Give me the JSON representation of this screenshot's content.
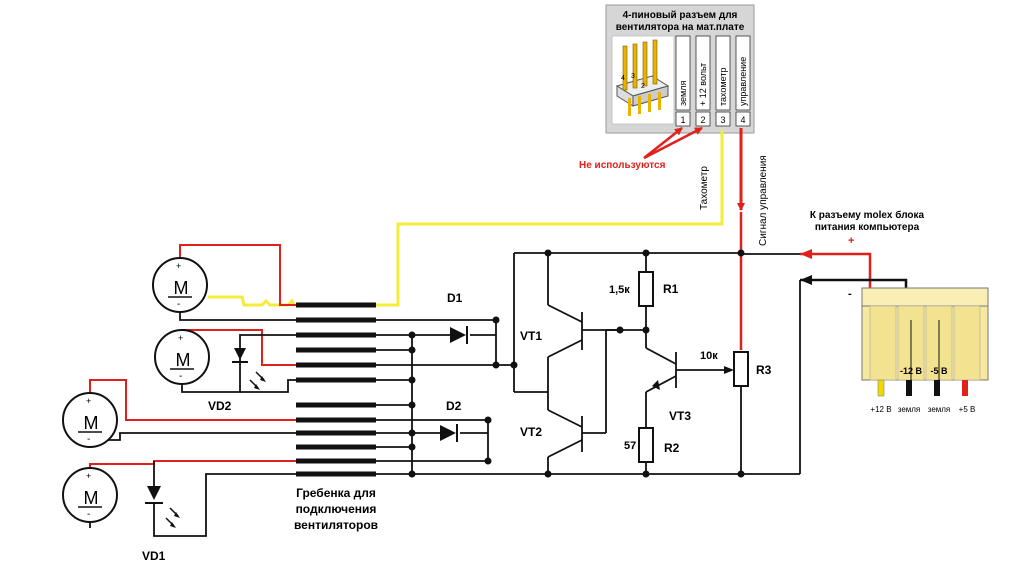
{
  "connector": {
    "title_line1": "4-пиновый разъем для",
    "title_line2": "вентилятора на мат.плате",
    "pins": [
      {
        "number": "1",
        "label": "земля"
      },
      {
        "number": "2",
        "label": "+ 12 вольт"
      },
      {
        "number": "3",
        "label": "тахометр"
      },
      {
        "number": "4",
        "label": "управление"
      }
    ],
    "pin_sketch_numbers": [
      "4",
      "3",
      "2"
    ]
  },
  "notes": {
    "not_used": "Не используются",
    "tachometer": "Тахометр",
    "control_signal": "Сигнал управления"
  },
  "molex": {
    "caption_line1": "К разъему molex блока",
    "caption_line2": "питания компьютера",
    "plus_sign": "+",
    "minus_sign": "-",
    "top_labels": [
      "-12 В",
      "-5 В"
    ],
    "bottom_labels": [
      "+12 В",
      "земля",
      "земля",
      "+5 В"
    ]
  },
  "components": {
    "d1": "D1",
    "d2": "D2",
    "vt1": "VT1",
    "vt2": "VT2",
    "vt3": "VT3",
    "r1_value": "1,5к",
    "r1_name": "R1",
    "r2_value": "57",
    "r2_name": "R2",
    "r3_value": "10к",
    "r3_name": "R3",
    "vd1": "VD1",
    "vd2": "VD2"
  },
  "motors": {
    "letter": "M",
    "plus": "+",
    "minus": "-"
  },
  "comb": {
    "line1": "Гребенка для",
    "line2": "подключения",
    "line3": "вентиляторов"
  },
  "colors": {
    "wire_black": "#111111",
    "wire_red": "#e0201b",
    "wire_yellow": "#f4ec3a",
    "connector_bg": "#d6d6d6",
    "molex_body": "#f9efb4"
  }
}
